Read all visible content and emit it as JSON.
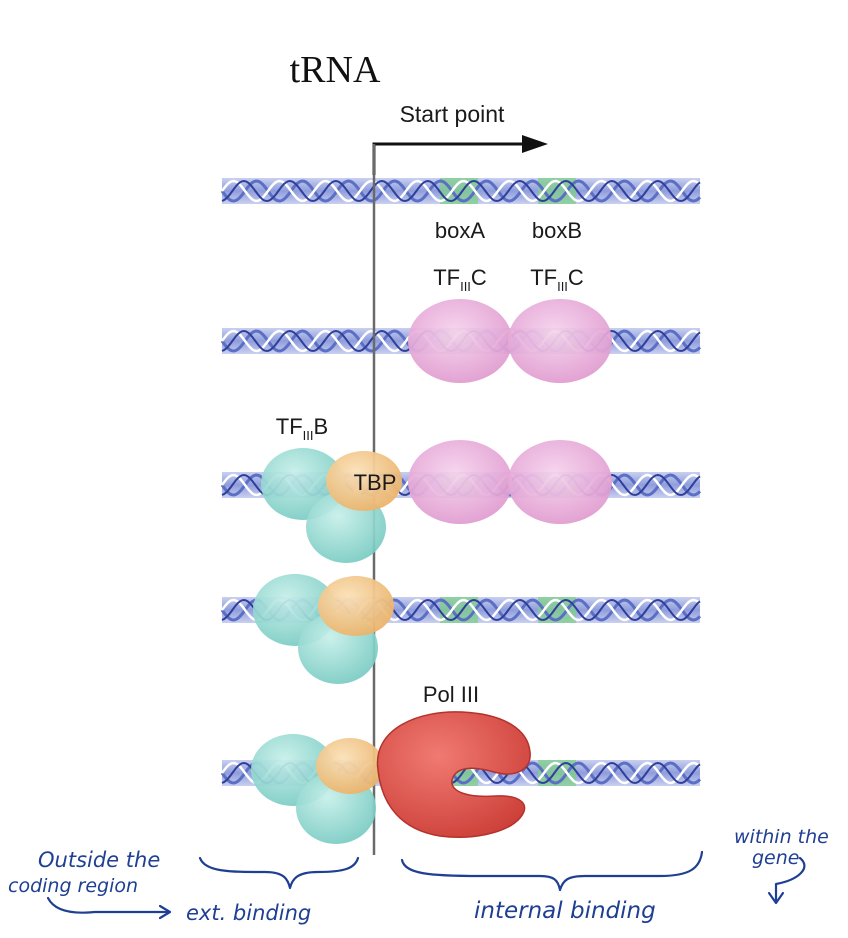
{
  "title": "tRNA",
  "start_label": "Start point",
  "row1": {
    "box_a": "boxA",
    "box_b": "boxB"
  },
  "row2": {
    "tf_left": {
      "main": "TF",
      "sub": "III",
      "end": "C"
    },
    "tf_right": {
      "main": "TF",
      "sub": "III",
      "end": "C"
    }
  },
  "row3": {
    "tfiiib": {
      "main": "TF",
      "sub": "III",
      "end": "B"
    },
    "tbp": "TBP"
  },
  "row5": {
    "pol": "Pol III"
  },
  "annotations": {
    "outside_line1": "Outside the",
    "outside_line2": "coding region",
    "ext_binding": "ext. binding",
    "internal_binding": "internal binding",
    "within_line1": "within the",
    "within_line2": "gene"
  },
  "colors": {
    "dna_blue": "#5b6fc4",
    "dna_light": "#a9b4e6",
    "box_green": "#7fcf8a",
    "tfiiic": "#e8a9d8",
    "tfiiib": "#8fd6cf",
    "tbp": "#f2c27d",
    "pol3": "#e0504a",
    "annot": "#1f3f93"
  }
}
